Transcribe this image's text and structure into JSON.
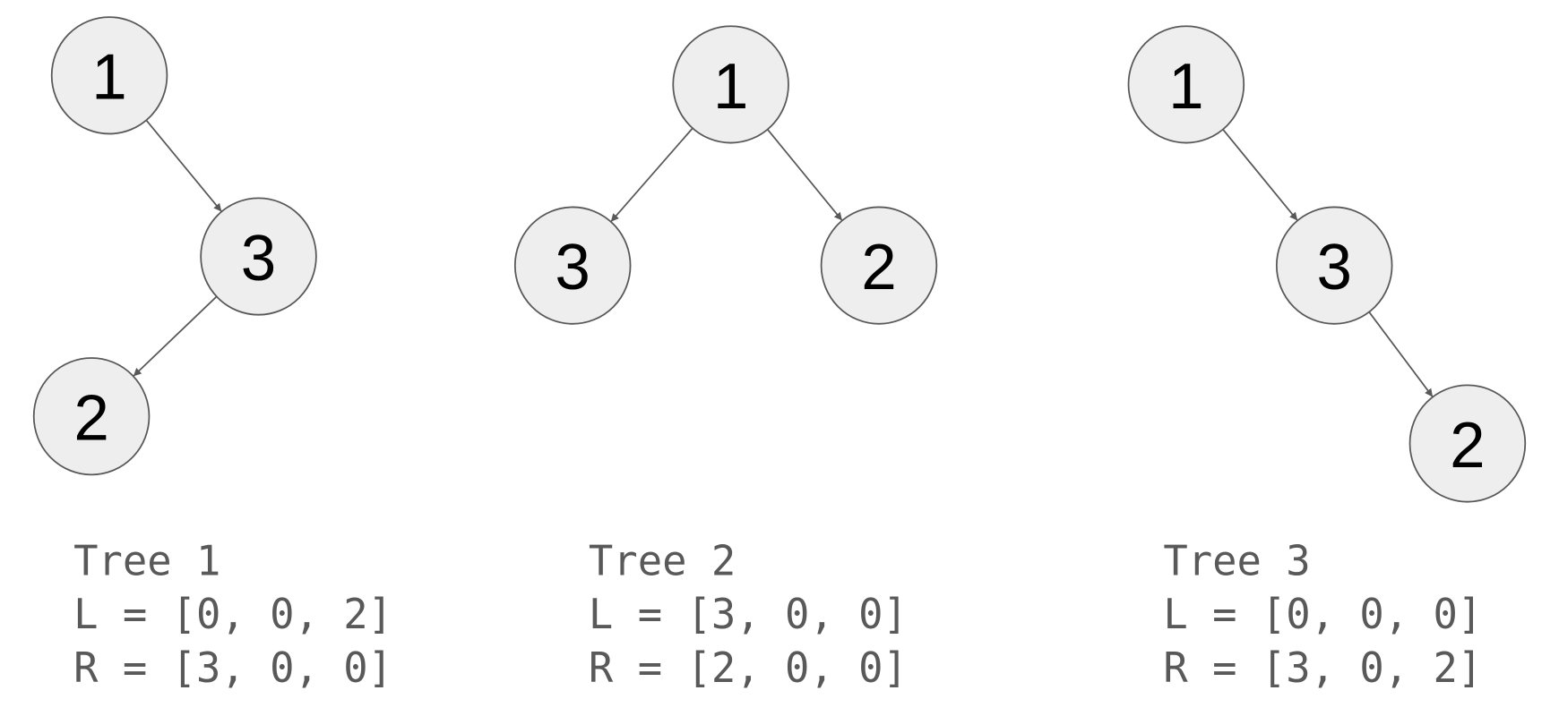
{
  "colors": {
    "node_fill": "#eeeeee",
    "stroke": "#595959",
    "text": "#595959"
  },
  "trees": [
    {
      "caption": "Tree 1",
      "left": "L = [0, 0, 2]",
      "right": "R = [3, 0, 0]",
      "nodes": [
        {
          "id": "a",
          "label": "1"
        },
        {
          "id": "b",
          "label": "3"
        },
        {
          "id": "c",
          "label": "2"
        }
      ],
      "edges": [
        [
          "a",
          "b"
        ],
        [
          "b",
          "c"
        ]
      ]
    },
    {
      "caption": "Tree 2",
      "left": "L = [3, 0, 0]",
      "right": "R = [2, 0, 0]",
      "nodes": [
        {
          "id": "a",
          "label": "1"
        },
        {
          "id": "b",
          "label": "3"
        },
        {
          "id": "c",
          "label": "2"
        }
      ],
      "edges": [
        [
          "a",
          "b"
        ],
        [
          "a",
          "c"
        ]
      ]
    },
    {
      "caption": "Tree 3",
      "left": "L = [0, 0, 0]",
      "right": "R = [3, 0, 2]",
      "nodes": [
        {
          "id": "a",
          "label": "1"
        },
        {
          "id": "b",
          "label": "3"
        },
        {
          "id": "c",
          "label": "2"
        }
      ],
      "edges": [
        [
          "a",
          "b"
        ],
        [
          "b",
          "c"
        ]
      ]
    }
  ]
}
